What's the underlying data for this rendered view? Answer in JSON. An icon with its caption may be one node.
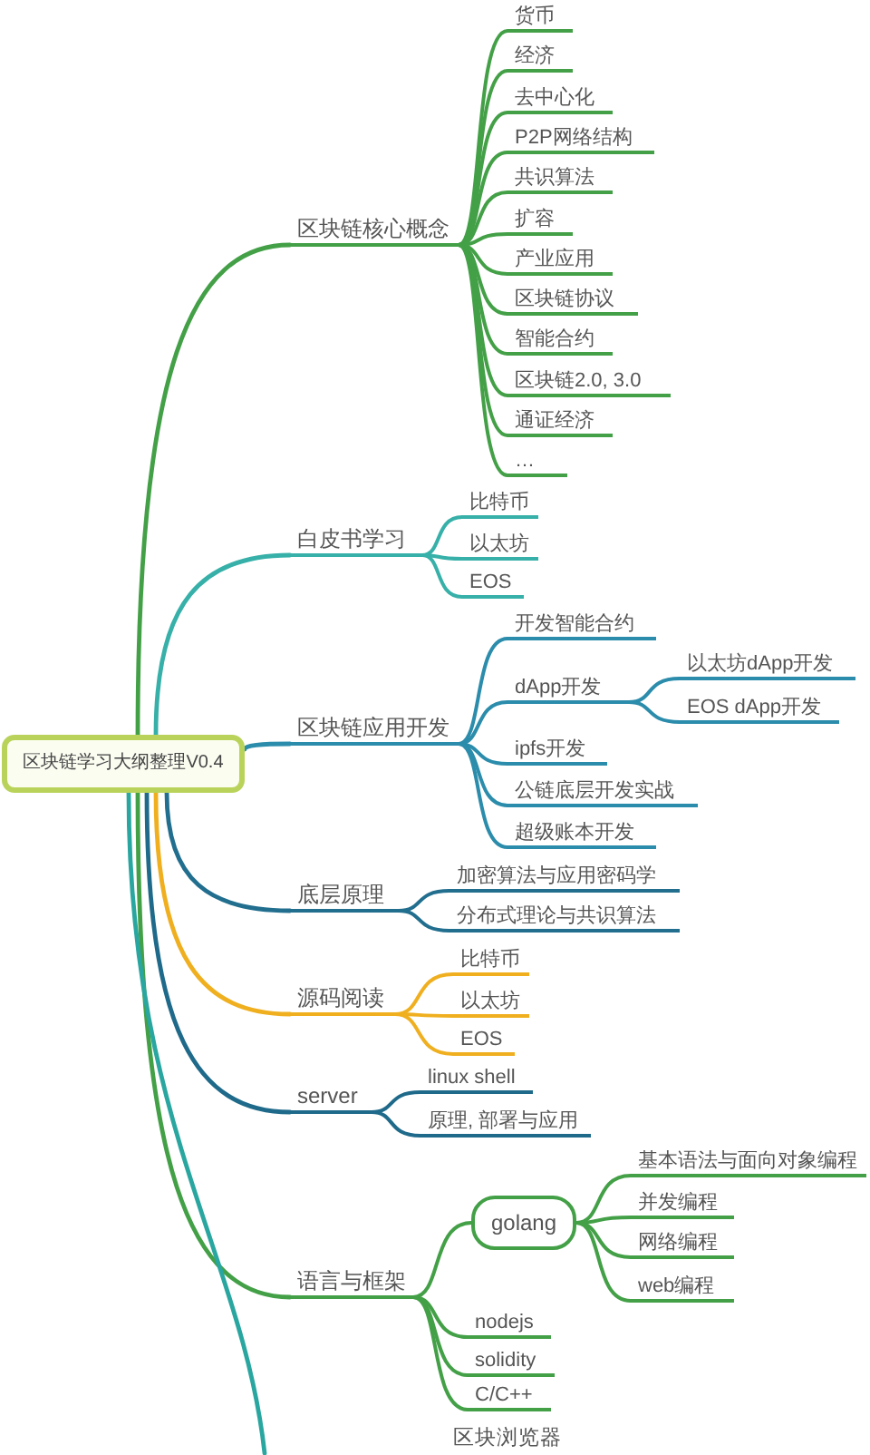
{
  "diagram": {
    "nodes": [
      {
        "text": [
          "区块链学习大纲整理V0.4"
        ]
      },
      {
        "text": [
          "区块链核心概念"
        ]
      },
      {
        "text": [
          "货币"
        ]
      },
      {
        "text": [
          "经济"
        ]
      },
      {
        "text": [
          "去中心化"
        ]
      },
      {
        "text": [
          "P2P网络结构"
        ]
      },
      {
        "text": [
          "共识算法"
        ]
      },
      {
        "text": [
          "扩容"
        ]
      },
      {
        "text": [
          "产业应用"
        ]
      },
      {
        "text": [
          "区块链协议"
        ]
      },
      {
        "text": [
          "智能合约"
        ]
      },
      {
        "text": [
          "区块链2.0, 3.0"
        ]
      },
      {
        "text": [
          "通证经济"
        ]
      },
      {
        "text": [
          "…"
        ]
      },
      {
        "text": [
          "白皮书学习"
        ]
      },
      {
        "text": [
          "比特币"
        ]
      },
      {
        "text": [
          "以太坊"
        ]
      },
      {
        "text": [
          "EOS"
        ]
      },
      {
        "text": [
          "区块链应用开发"
        ]
      },
      {
        "text": [
          "开发智能合约"
        ]
      },
      {
        "text": [
          "dApp开发"
        ]
      },
      {
        "text": [
          "以太坊dApp开发"
        ]
      },
      {
        "text": [
          "EOS dApp开发"
        ]
      },
      {
        "text": [
          "ipfs开发"
        ]
      },
      {
        "text": [
          "公链底层开发实战"
        ]
      },
      {
        "text": [
          "超级账本开发"
        ]
      },
      {
        "text": [
          "底层原理"
        ]
      },
      {
        "text": [
          "加密算法与应用密码学"
        ]
      },
      {
        "text": [
          "分布式理论与共识算法"
        ]
      },
      {
        "text": [
          "源码阅读"
        ]
      },
      {
        "text": [
          "比特币"
        ]
      },
      {
        "text": [
          "以太坊"
        ]
      },
      {
        "text": [
          "EOS"
        ]
      },
      {
        "text": [
          "server"
        ]
      },
      {
        "text": [
          "linux shell"
        ]
      },
      {
        "text": [
          "原理, 部署与应用"
        ]
      },
      {
        "text": [
          "语言与框架"
        ]
      },
      {
        "text": [
          "golang"
        ]
      },
      {
        "text": [
          "基本语法与面向对象编程"
        ]
      },
      {
        "text": [
          "并发编程"
        ]
      },
      {
        "text": [
          "网络编程"
        ]
      },
      {
        "text": [
          "web编程"
        ]
      },
      {
        "text": [
          "nodejs"
        ]
      },
      {
        "text": [
          "solidity"
        ]
      },
      {
        "text": [
          "C/C++"
        ]
      }
    ],
    "edges": [
      {
        "from": 0,
        "to": 1,
        "arrow": "none"
      },
      {
        "from": 1,
        "to": 2,
        "arrow": "none"
      },
      {
        "from": 1,
        "to": 3,
        "arrow": "none"
      },
      {
        "from": 1,
        "to": 4,
        "arrow": "none"
      },
      {
        "from": 1,
        "to": 5,
        "arrow": "none"
      },
      {
        "from": 1,
        "to": 6,
        "arrow": "none"
      },
      {
        "from": 1,
        "to": 7,
        "arrow": "none"
      },
      {
        "from": 1,
        "to": 8,
        "arrow": "none"
      },
      {
        "from": 1,
        "to": 9,
        "arrow": "none"
      },
      {
        "from": 1,
        "to": 10,
        "arrow": "none"
      },
      {
        "from": 1,
        "to": 11,
        "arrow": "none"
      },
      {
        "from": 1,
        "to": 12,
        "arrow": "none"
      },
      {
        "from": 1,
        "to": 13,
        "arrow": "none"
      },
      {
        "from": 0,
        "to": 14,
        "arrow": "none",
        "color": "#36b0a8"
      },
      {
        "from": 14,
        "to": 15,
        "arrow": "none",
        "color": "#36b0a8"
      },
      {
        "from": 14,
        "to": 16,
        "arrow": "none",
        "color": "#36b0a8"
      },
      {
        "from": 14,
        "to": 17,
        "arrow": "none",
        "color": "#36b0a8"
      },
      {
        "from": 0,
        "to": 18,
        "arrow": "none",
        "color": "#2b8cab"
      },
      {
        "from": 18,
        "to": 19,
        "arrow": "none",
        "color": "#2b8cab"
      },
      {
        "from": 18,
        "to": 20,
        "arrow": "none",
        "color": "#2b8cab"
      },
      {
        "from": 20,
        "to": 21,
        "arrow": "none",
        "color": "#2b8cab"
      },
      {
        "from": 20,
        "to": 22,
        "arrow": "none",
        "color": "#2b8cab"
      },
      {
        "from": 18,
        "to": 23,
        "arrow": "none",
        "color": "#2b8cab"
      },
      {
        "from": 18,
        "to": 24,
        "arrow": "none",
        "color": "#2b8cab"
      },
      {
        "from": 18,
        "to": 25,
        "arrow": "none",
        "color": "#2b8cab"
      },
      {
        "from": 0,
        "to": 26,
        "arrow": "none",
        "color": "#216e8e"
      },
      {
        "from": 26,
        "to": 27,
        "arrow": "none",
        "color": "#216e8e"
      },
      {
        "from": 26,
        "to": 28,
        "arrow": "none",
        "color": "#216e8e"
      },
      {
        "from": 0,
        "to": 29,
        "arrow": "none",
        "color": "#efaf1f"
      },
      {
        "from": 29,
        "to": 30,
        "arrow": "none",
        "color": "#efaf1f"
      },
      {
        "from": 29,
        "to": 31,
        "arrow": "none",
        "color": "#efaf1f"
      },
      {
        "from": 29,
        "to": 32,
        "arrow": "none",
        "color": "#efaf1f"
      },
      {
        "from": 0,
        "to": 33,
        "arrow": "none",
        "color": "#1f6a8a"
      },
      {
        "from": 33,
        "to": 34,
        "arrow": "none",
        "color": "#1f6a8a"
      },
      {
        "from": 33,
        "to": 35,
        "arrow": "none",
        "color": "#1f6a8a"
      },
      {
        "from": 0,
        "to": 36,
        "arrow": "none"
      },
      {
        "from": 36,
        "to": 37,
        "arrow": "none"
      },
      {
        "from": 37,
        "to": 38,
        "arrow": "none"
      },
      {
        "from": 37,
        "to": 39,
        "arrow": "none"
      },
      {
        "from": 37,
        "to": 40,
        "arrow": "none"
      },
      {
        "from": 37,
        "to": 41,
        "arrow": "none"
      },
      {
        "from": 36,
        "to": 42,
        "arrow": "none"
      },
      {
        "from": 36,
        "to": 43,
        "arrow": "none"
      },
      {
        "from": 36,
        "to": 44,
        "arrow": "none"
      },
      {
        "from": 0,
        "to": null,
        "arrow": "none",
        "color": "#2aa6a0"
      }
    ],
    "labels": [
      "区块浏览器"
    ]
  }
}
